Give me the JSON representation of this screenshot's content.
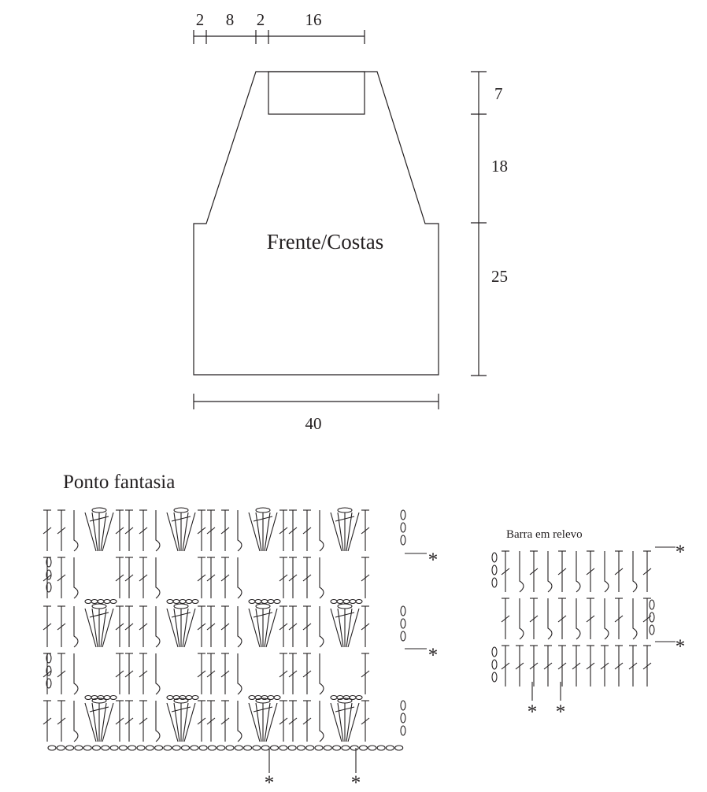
{
  "pattern": {
    "top_dimensions": [
      "2",
      "8",
      "2",
      "16"
    ],
    "side_dimensions": [
      "7",
      "18",
      "25"
    ],
    "width_dimension": "40",
    "piece_label": "Frente/Costas"
  },
  "stitch_charts": {
    "ponto_fantasia": {
      "title": "Ponto fantasia",
      "markers": [
        "*",
        "*",
        "*",
        "*"
      ]
    },
    "barra_em_relevo": {
      "title": "Barra em relevo",
      "markers": [
        "*",
        "*",
        "*",
        "*"
      ]
    }
  },
  "colors": {
    "ink": "#231f20",
    "background": "#ffffff"
  }
}
